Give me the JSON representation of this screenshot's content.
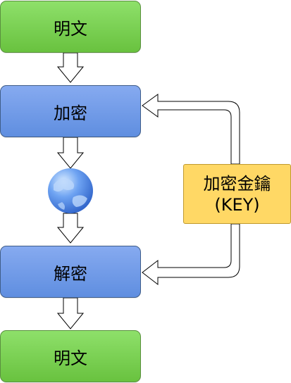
{
  "diagram": {
    "plaintext_top": "明文",
    "encrypt": "加密",
    "decrypt": "解密",
    "plaintext_bottom": "明文",
    "key_line1": "加密金鑰",
    "key_line2": "(KEY)"
  },
  "colors": {
    "green": "#79d14f",
    "blue": "#6f9ae8",
    "key": "#ffd865",
    "arrow_stroke": "#000000"
  },
  "icons": [
    "globe-icon"
  ]
}
